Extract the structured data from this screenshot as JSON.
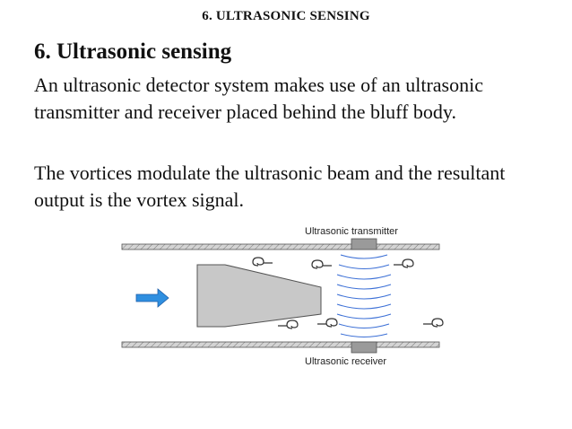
{
  "header": {
    "title": "6. ULTRASONIC SENSING"
  },
  "section": {
    "title": "6. Ultrasonic sensing"
  },
  "paragraphs": {
    "p1_line1": "An ultrasonic detector system makes use of an ultrasonic",
    "p1_line2": "transmitter and receiver placed behind the bluff body.",
    "p2_line1": "The vortices modulate the ultrasonic beam and the resultant",
    "p2_line2": "output is the vortex signal."
  },
  "diagram": {
    "transmitter_label": "Ultrasonic transmitter",
    "receiver_label": "Ultrasonic receiver",
    "colors": {
      "pipe_wall": "#cfcfcf",
      "bluff_body": "#c8c8c8",
      "beam": "#3b6fd6",
      "arrow": "#2f8fe0",
      "transducer": "#9a9a9a"
    }
  }
}
